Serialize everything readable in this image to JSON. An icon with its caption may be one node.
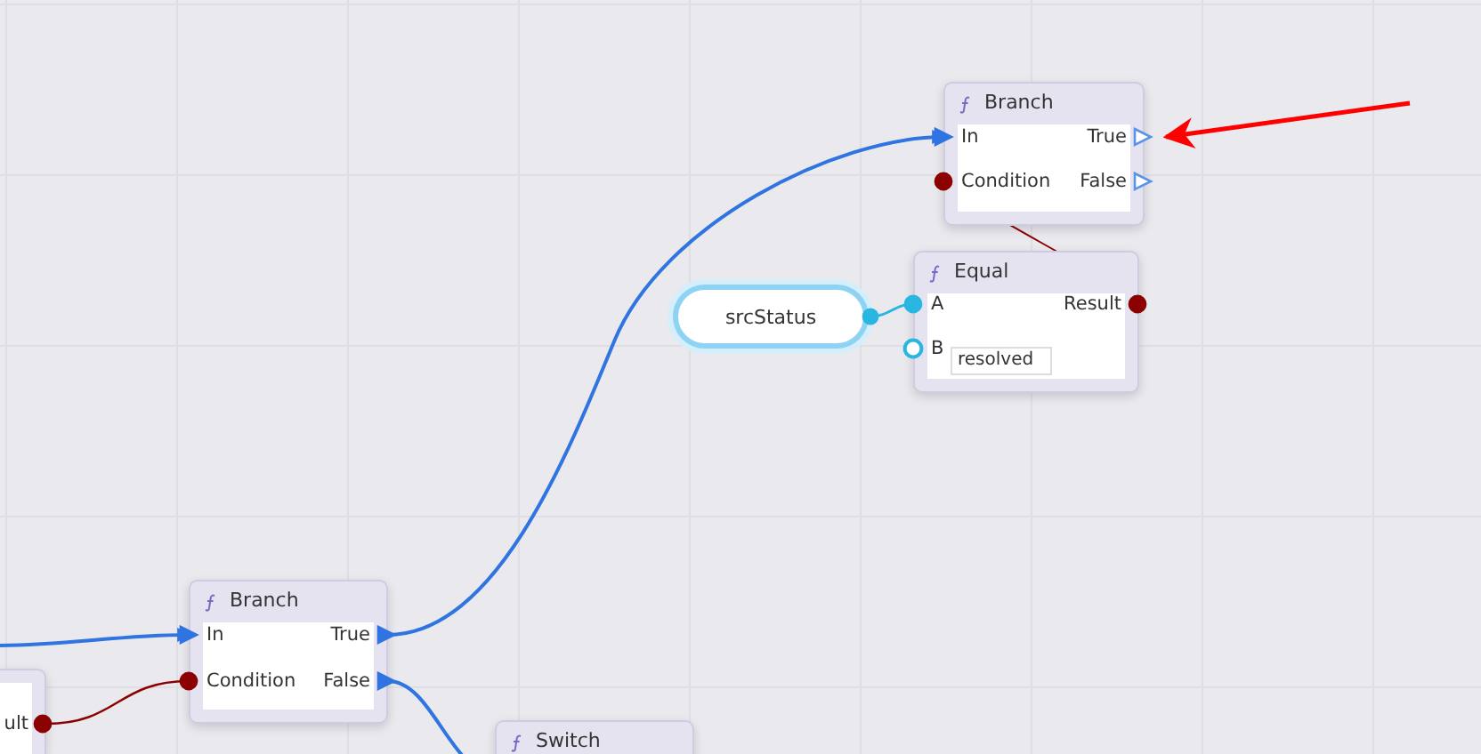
{
  "diagram": {
    "nodes": [
      {
        "text": [
          "Branch"
        ]
      },
      {
        "text": [
          "In"
        ],
        "in": 0
      },
      {
        "text": [
          "Condition"
        ],
        "in": 0
      },
      {
        "text": [
          "True"
        ],
        "in": 0
      },
      {
        "text": [
          "False"
        ],
        "in": 0
      },
      {
        "text": [
          "srcStatus"
        ]
      },
      {
        "text": [
          "Equal"
        ]
      },
      {
        "text": [
          "A"
        ],
        "in": 6
      },
      {
        "text": [
          "B"
        ],
        "in": 6
      },
      {
        "text": [
          "Result"
        ],
        "in": 6
      },
      {
        "text": [
          "resolved"
        ],
        "in": 6
      },
      {
        "text": [
          "Branch"
        ]
      },
      {
        "text": [
          "In"
        ],
        "in": 11
      },
      {
        "text": [
          "Condition"
        ],
        "in": 11
      },
      {
        "text": [
          "True"
        ],
        "in": 11
      },
      {
        "text": [
          "False"
        ],
        "in": 11
      },
      {
        "text": [],
        "shape": "box"
      },
      {
        "text": [
          "ult"
        ],
        "in": 16
      },
      {
        "text": [
          "Switch"
        ]
      }
    ],
    "edges": [
      {
        "from": null,
        "to": 12,
        "arrow": "to"
      },
      {
        "from": 17,
        "to": 13,
        "arrow": "other",
        "color": "#8b0000"
      },
      {
        "from": 14,
        "to": 1,
        "arrow": "to"
      },
      {
        "from": 15,
        "to": 18,
        "arrow": "to"
      },
      {
        "from": 5,
        "to": 7,
        "arrow": "other",
        "color": "#29b6e0"
      },
      {
        "from": 9,
        "to": 2,
        "arrow": "other",
        "color": "#8b0000"
      },
      {
        "from": null,
        "to": 3,
        "arrow": "to",
        "color": "#ff0000"
      }
    ]
  }
}
